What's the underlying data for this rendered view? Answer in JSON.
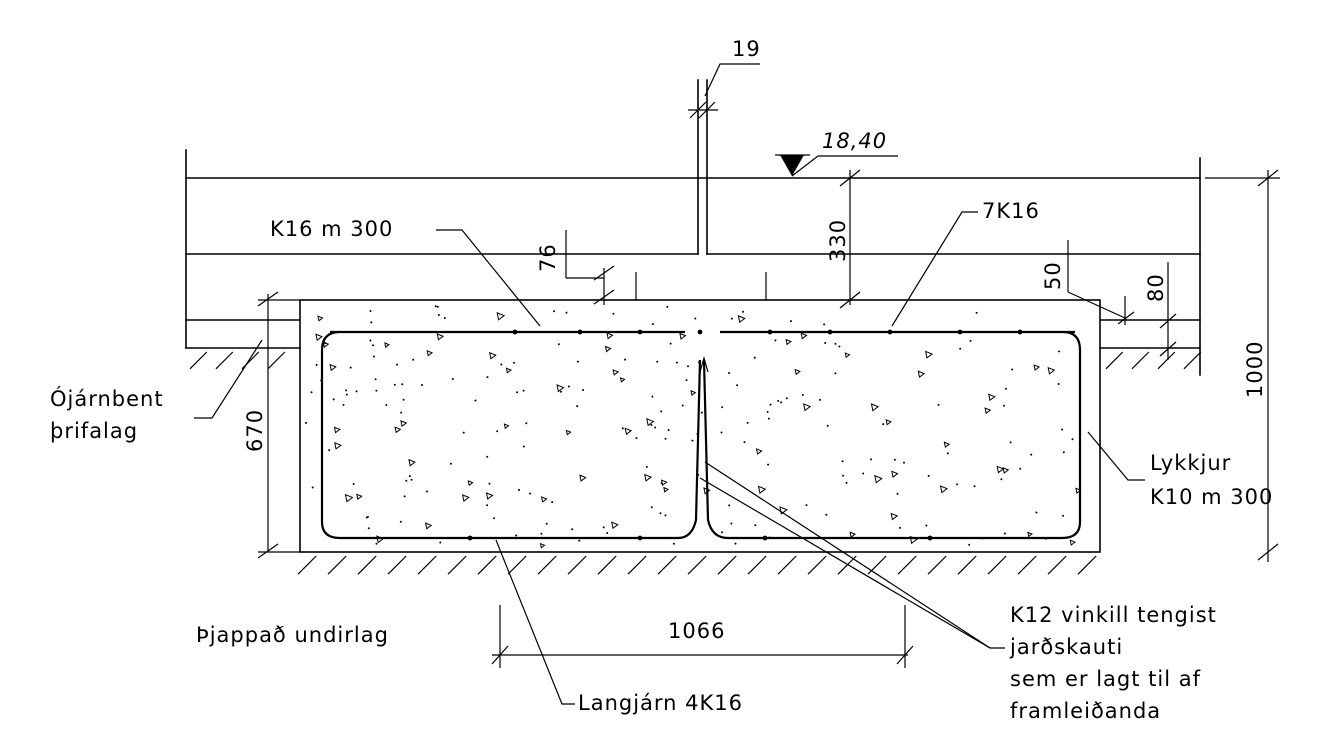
{
  "labels": {
    "joint_width": "19",
    "level": "18,40",
    "top_rebar": "K16 m 300",
    "top_bars": "7K16",
    "dim_76": "76",
    "dim_330": "330",
    "dim_50": "50",
    "dim_80": "80",
    "dim_670": "670",
    "dim_1000": "1000",
    "blinding_line1": "Ójárnbent",
    "blinding_line2": "þrifalag",
    "stirrups_line1": "Lykkjur",
    "stirrups_line2": "K10 m 300",
    "compacted_base": "Þjappað undirlag",
    "dim_1066": "1066",
    "earthing_line1": "K12 vinkill tengist",
    "earthing_line2": "jarðskauti",
    "earthing_line3": "sem er lagt til af",
    "earthing_line4": "framleiðanda",
    "longitudinal_bars": "Langjárn 4K16"
  }
}
